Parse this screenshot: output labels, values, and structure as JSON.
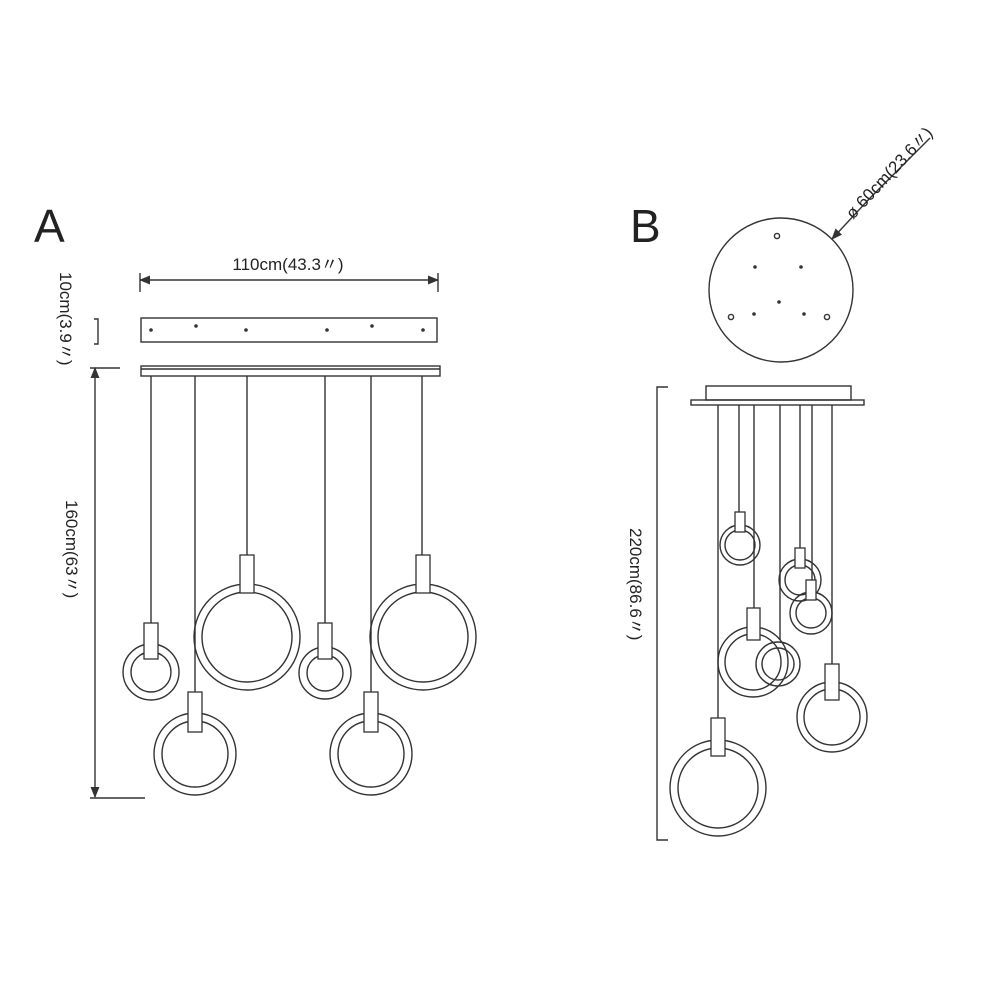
{
  "diagram_a": {
    "label": "A",
    "width_dim": "110cm(43.3〃)",
    "height_dim": "10cm(3.9〃)",
    "drop_dim": "160cm(63〃)"
  },
  "diagram_b": {
    "label": "B",
    "diameter_dim": "ø 60cm(23.6〃)",
    "drop_dim": "220cm(86.6〃)"
  }
}
